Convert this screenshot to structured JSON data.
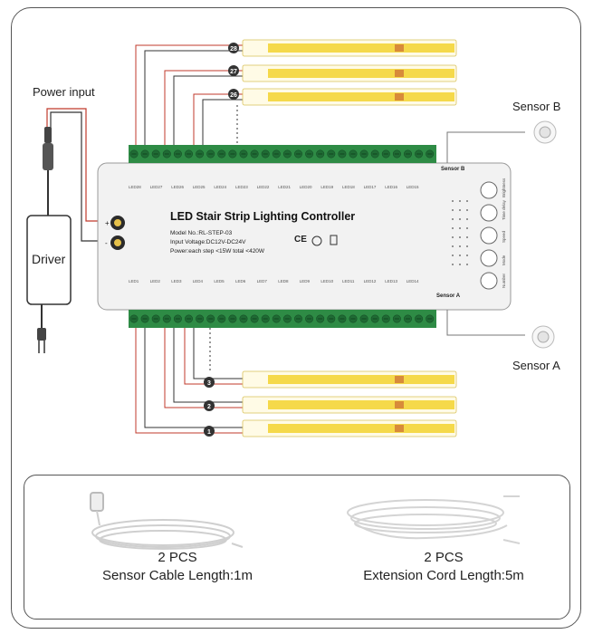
{
  "labels": {
    "power_input": "Power input",
    "driver": "Driver",
    "sensor_a": "Sensor A",
    "sensor_b": "Sensor B",
    "sensor_a_port": "Sensor A",
    "sensor_b_port": "Sensor B"
  },
  "controller": {
    "title": "LED Stair Strip Lighting Controller",
    "model": "Model No.:RL-STEP-03",
    "input_voltage": "Input Voltage:DC12V-DC24V",
    "power": "Power:each step <15W    total <420W",
    "cert": "CE",
    "top_leds": [
      "LED28",
      "LED27",
      "LED26",
      "LED25",
      "LED24",
      "LED23",
      "LED22",
      "LED21",
      "LED20",
      "LED19",
      "LED18",
      "LED17",
      "LED16",
      "LED15"
    ],
    "bottom_leds": [
      "LED1",
      "LED2",
      "LED3",
      "LED4",
      "LED5",
      "LED6",
      "LED7",
      "LED8",
      "LED9",
      "LED10",
      "LED11",
      "LED12",
      "LED13",
      "LED14"
    ],
    "buttons": [
      "Brightness",
      "Time delay",
      "Speed",
      "Mode",
      "Number"
    ]
  },
  "strips": {
    "top": [
      "28",
      "27",
      "26"
    ],
    "bottom": [
      "3",
      "2",
      "1"
    ]
  },
  "accessories": [
    {
      "qty": "2 PCS",
      "desc": "Sensor Cable Length:1m"
    },
    {
      "qty": "2 PCS",
      "desc": "Extension Cord Length:5m"
    }
  ],
  "colors": {
    "terminal_green": "#2e8b45",
    "strip_yellow": "#f5d94a",
    "wire_red": "#c0392b",
    "wire_black": "#333333"
  }
}
